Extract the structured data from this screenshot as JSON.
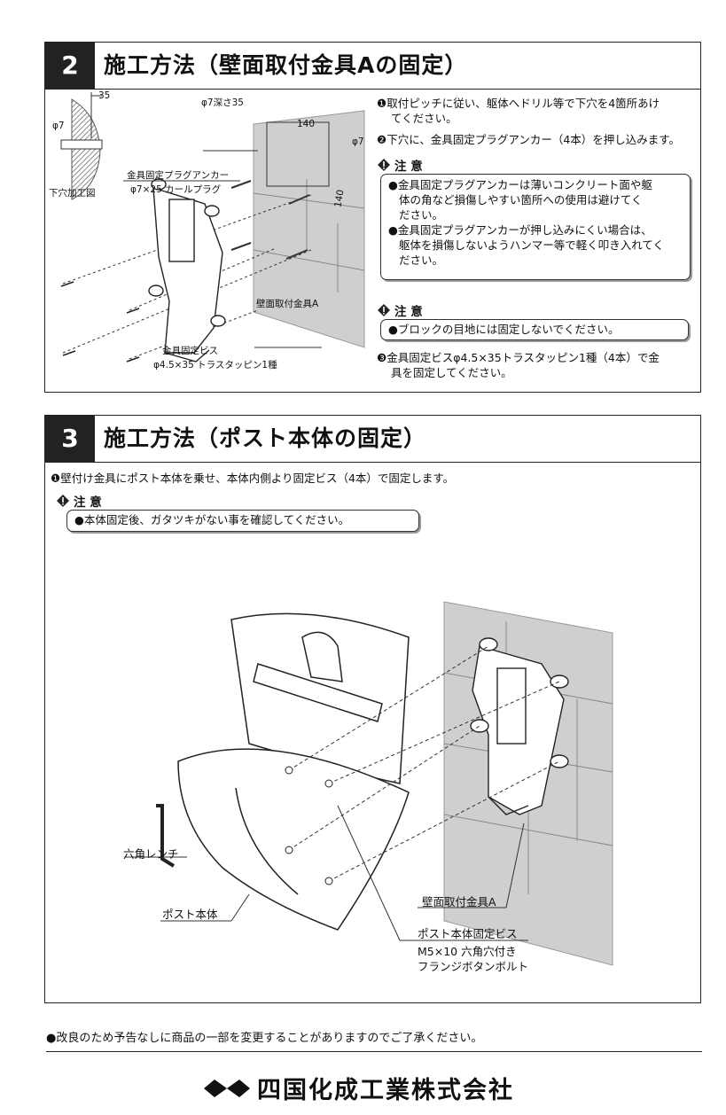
{
  "section2": {
    "number": "2",
    "title": "施工方法（壁面取付金具Aの固定）",
    "labels": {
      "dim35": "35",
      "phi7_left": "φ7",
      "drill_caption": "下穴加工図",
      "anchor_name": "金具固定プラグアンカー",
      "anchor_spec": "φ7×25 カールプラグ",
      "depth": "φ7深さ35",
      "dim140_h": "140",
      "dim140_v": "140",
      "phi7_right": "φ7",
      "bracket": "壁面取付金具A",
      "screw_name": "金具固定ビス",
      "screw_spec": "φ4.5×35 トラスタッピン1種"
    },
    "steps": [
      "❶取付ピッチに従い、躯体へドリル等で下穴を4箇所あけ",
      "てください。",
      "❷下穴に、金具固定プラグアンカー（4本）を押し込みます。"
    ],
    "caution1_title": "注 意",
    "caution1_lines": [
      "●金具固定プラグアンカーは薄いコンクリート面や躯",
      "体の角など損傷しやすい箇所への使用は避けてく",
      "ださい。",
      "●金具固定プラグアンカーが押し込みにくい場合は、",
      "躯体を損傷しないようハンマー等で軽く叩き入れてく",
      "ださい。"
    ],
    "caution2_title": "注 意",
    "caution2_text": "●ブロックの目地には固定しないでください。",
    "step3_lines": [
      "❸金具固定ビスφ4.5×35トラスタッピン1種（4本）で金",
      "具を固定してください。"
    ]
  },
  "section3": {
    "number": "3",
    "title": "施工方法（ポスト本体の固定）",
    "step1": "❶壁付け金具にポスト本体を乗せ、本体内側より固定ビス（4本）で固定します。",
    "caution_title": "注 意",
    "caution_text": "●本体固定後、ガタツキがない事を確認してください。",
    "labels": {
      "wrench": "六角レンチ",
      "body": "ポスト本体",
      "bracket": "壁面取付金具A",
      "bolt_name": "ポスト本体固定ビス",
      "bolt_spec1": "M5×10 六角穴付き",
      "bolt_spec2": "フランジボタンボルト"
    }
  },
  "footer": {
    "note": "●改良のため予告なしに商品の一部を変更することがありますのでご了承ください。",
    "company": "四国化成工業株式会社"
  }
}
